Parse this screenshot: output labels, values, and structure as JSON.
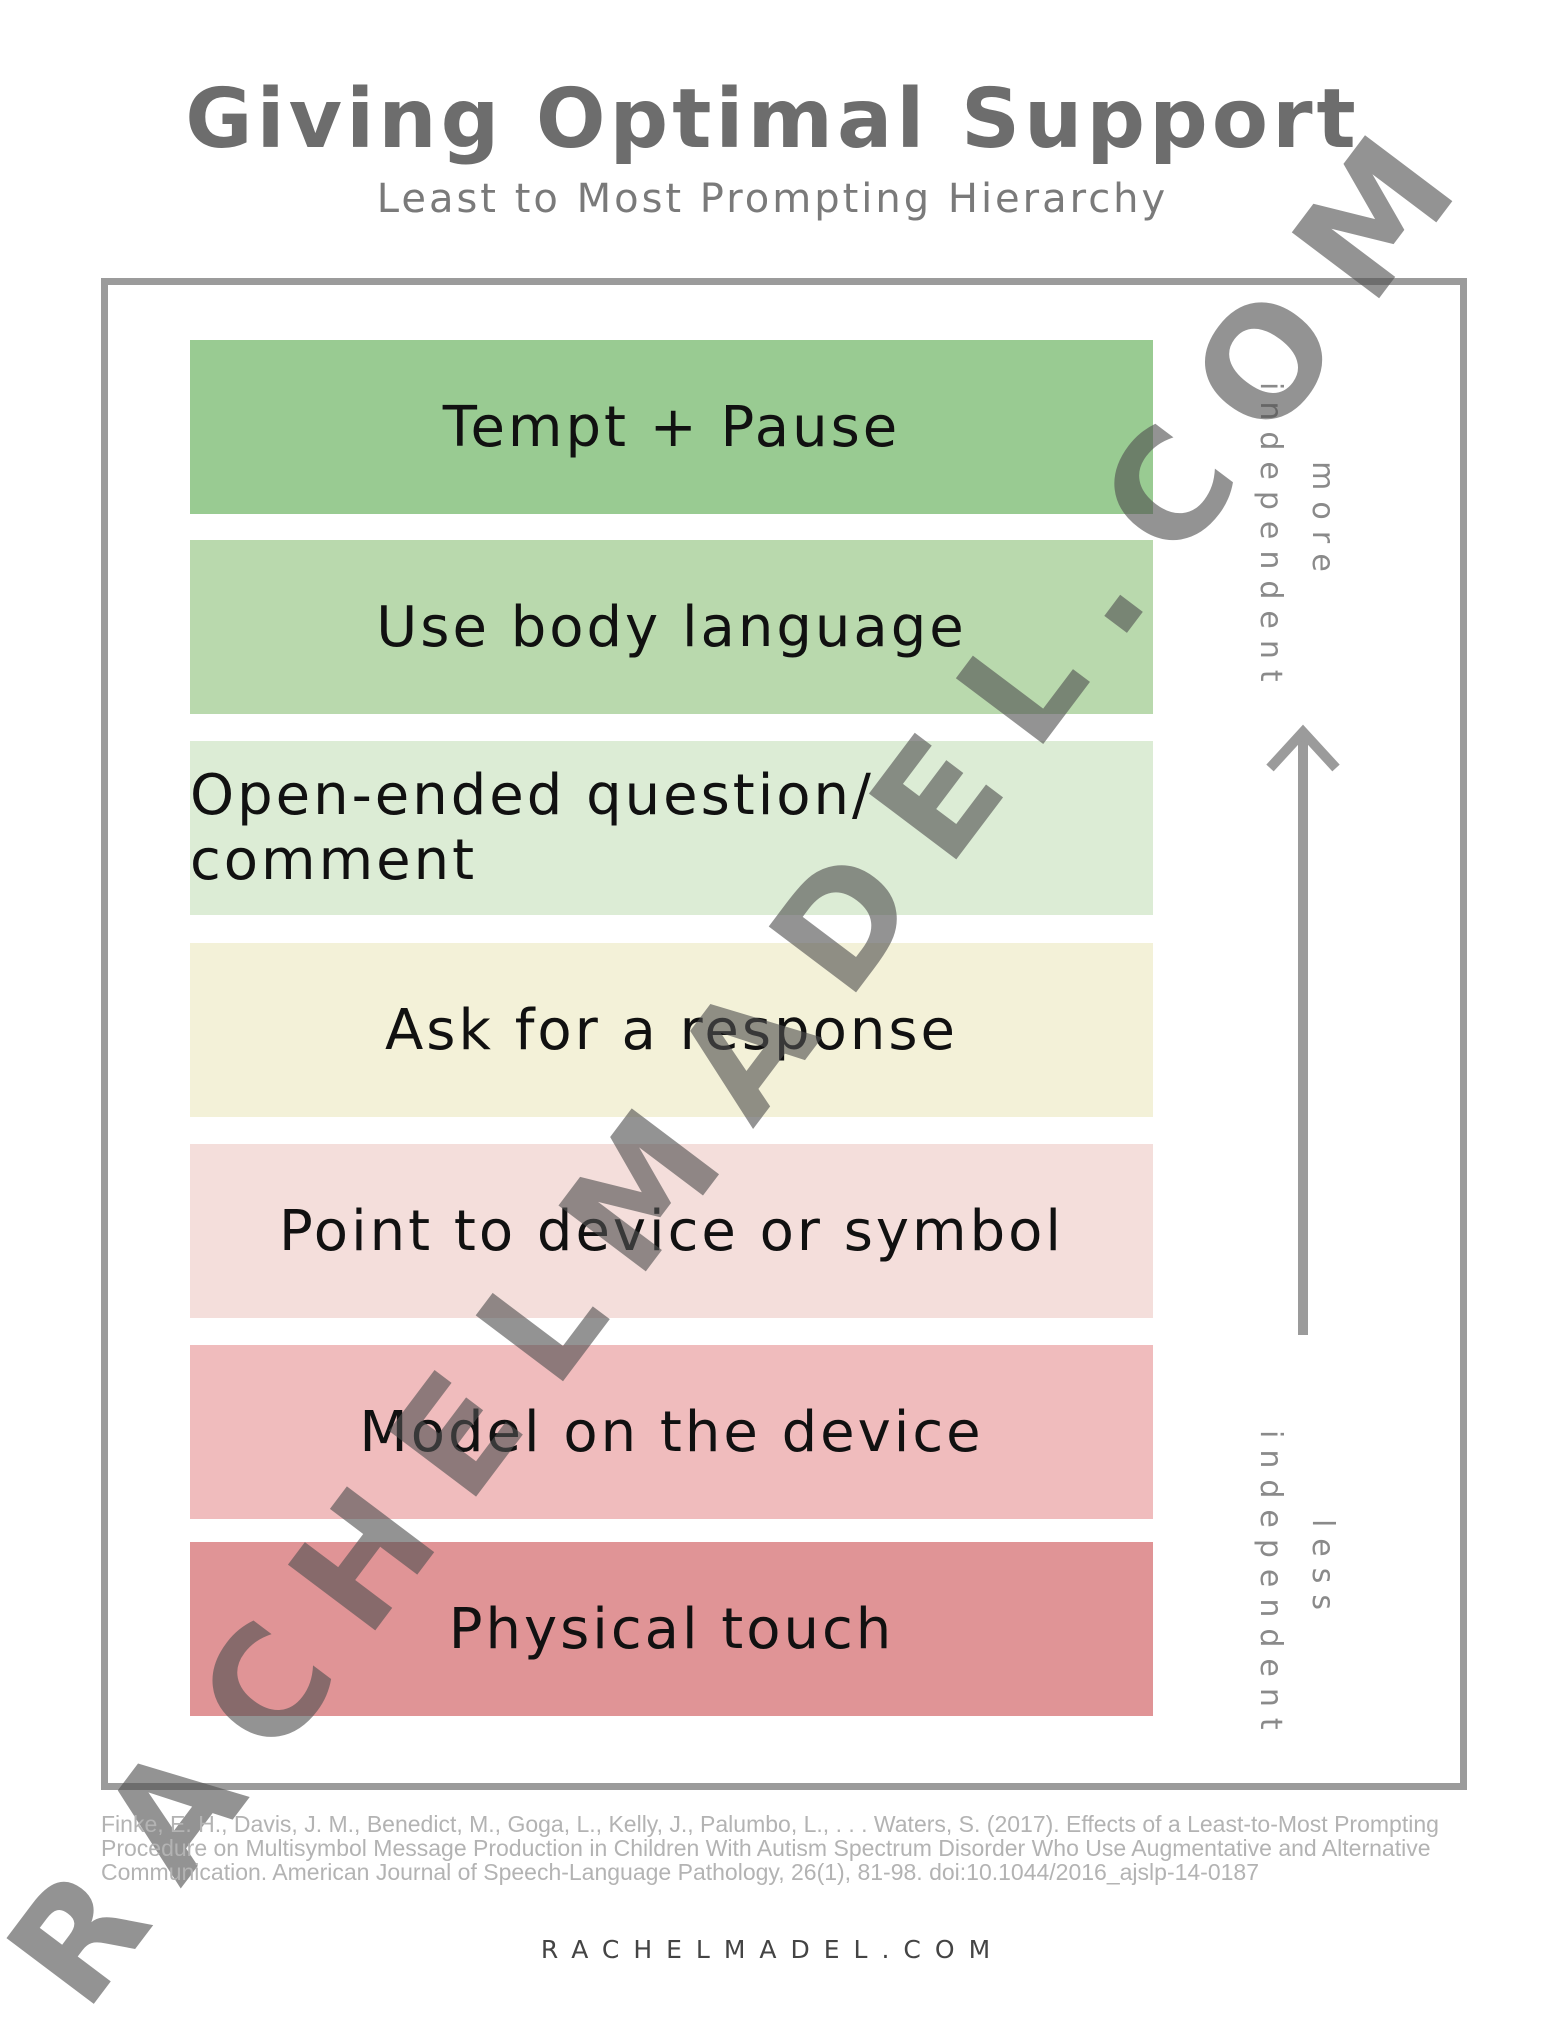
{
  "header": {
    "title": "Giving Optimal Support",
    "subtitle": "Least to Most Prompting Hierarchy"
  },
  "steps": [
    {
      "label": "Tempt + Pause",
      "color": "#99cb92"
    },
    {
      "label": "Use body language",
      "color": "#b9d9ad"
    },
    {
      "label": "Open-ended question/ comment",
      "color": "#dcecd5"
    },
    {
      "label": "Ask for a response",
      "color": "#f3f1d8"
    },
    {
      "label": "Point to device or symbol",
      "color": "#f4dedb"
    },
    {
      "label": "Model on the device",
      "color": "#f0bcbd"
    },
    {
      "label": "Physical touch",
      "color": "#e09496"
    }
  ],
  "scale": {
    "top_label_line1": "more",
    "top_label_line2": "independent",
    "bottom_label_line1": "less",
    "bottom_label_line2": "independent",
    "arrow_icon": "arrow-up-icon"
  },
  "watermark": "RACHELMADEL.COM",
  "citation": "Finke, E. H., Davis, J. M., Benedict, M., Goga, L., Kelly, J., Palumbo, L., . . . Waters, S. (2017). Effects of a Least-to-Most Prompting Procedure on Multisymbol Message Production in Children With Autism Spectrum Disorder Who Use Augmentative and Alternative Communication. American Journal of Speech-Language Pathology, 26(1), 81-98. doi:10.1044/2016_ajslp-14-0187",
  "footer": "RACHELMADEL.COM"
}
